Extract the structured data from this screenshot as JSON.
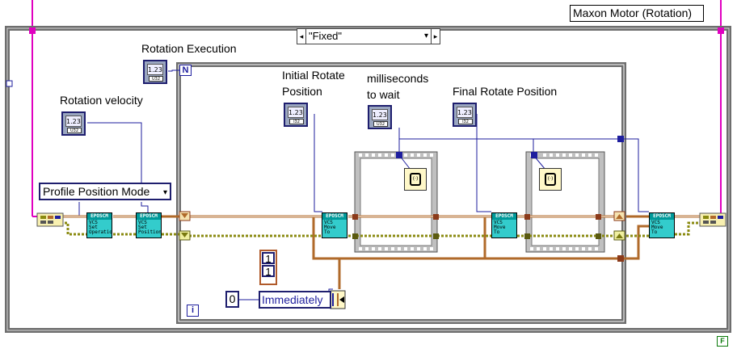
{
  "title": "Maxon Motor (Rotation)",
  "case_selector": {
    "value": "\"Fixed\"",
    "decrement": "◂",
    "increment": "▸",
    "dropdown": "▾"
  },
  "loop_count_terminal": "N",
  "loop_iteration_terminal": "i",
  "error_terminal": "F",
  "controls": {
    "rotation_execution": {
      "label": "Rotation Execution",
      "face": "1.23",
      "type": "U32"
    },
    "rotation_velocity": {
      "label": "Rotation velocity",
      "face": "1.23",
      "type": "U32"
    },
    "initial_rotate_position": {
      "label": "Initial Rotate Position",
      "face": "1.23",
      "type": "I32"
    },
    "milliseconds_to_wait": {
      "label": "milliseconds to wait",
      "face": "1.23",
      "type": "U32"
    },
    "final_rotate_position": {
      "label": "Final Rotate Position",
      "face": "1.23",
      "type": "I32"
    }
  },
  "label_lines": {
    "initial_1": "Initial Rotate",
    "initial_2": "Position",
    "ms_1": "milliseconds",
    "ms_2": "to wait"
  },
  "ring_constant": {
    "value": "Profile Position Mode",
    "arrow": "▾"
  },
  "vis": {
    "set_operation": {
      "header": "EPOSCM",
      "lines": [
        "VCS",
        "Set",
        "Operatio"
      ]
    },
    "set_position": {
      "header": "EPOSCM",
      "lines": [
        "VCS",
        "Set",
        "Position"
      ]
    },
    "move_to_1": {
      "header": "EPOSCM",
      "lines": [
        "VCS",
        "Move",
        "To"
      ]
    },
    "move_to_2": {
      "header": "EPOSCM",
      "lines": [
        "VCS",
        "Move",
        "To"
      ]
    },
    "move_to_3": {
      "header": "EPOSCM",
      "lines": [
        "VCS",
        "Move",
        "To"
      ]
    }
  },
  "constants": {
    "array_values": [
      "1",
      "1"
    ],
    "zero": "0",
    "immediately": "Immediately"
  },
  "wait_icon_text": "(·)",
  "colors": {
    "structure_border": "#6e6e6e",
    "error_wire": "#b06a2a",
    "cluster_wire": "#7a7a10",
    "numeric_wire": "#1e1e9e",
    "sequence_wire": "#e000c0",
    "vi_fill": "#33cccc"
  }
}
